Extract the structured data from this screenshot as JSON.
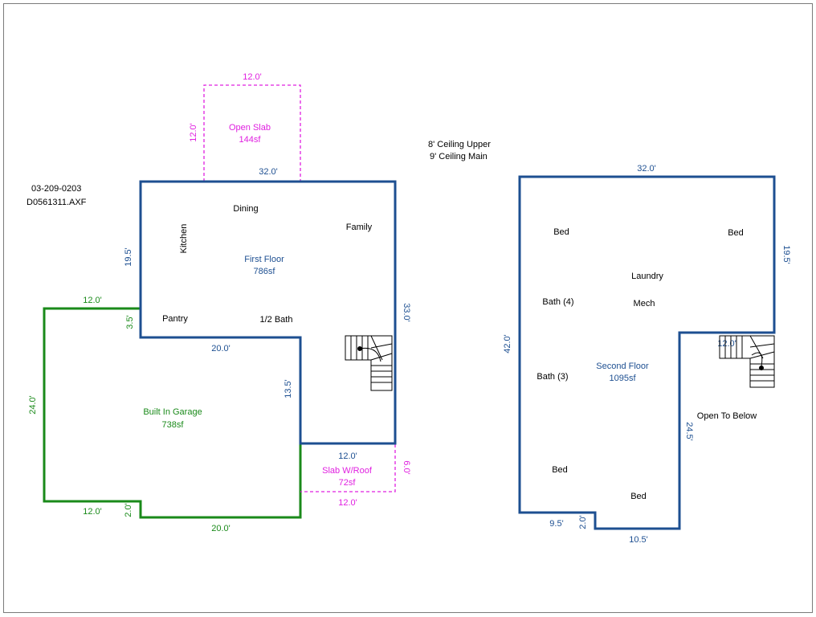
{
  "colors": {
    "blue": "#1d4f91",
    "green": "#1a8a1a",
    "magenta": "#e020e0",
    "black": "#000000"
  },
  "header": {
    "id": "03-209-0203",
    "file": "D0561311.AXF"
  },
  "notes": {
    "ceiling_upper": "8' Ceiling Upper",
    "ceiling_main": "9' Ceiling Main"
  },
  "open_slab": {
    "label": "Open Slab",
    "area": "144sf",
    "dim_top": "12.0'",
    "dim_left": "12.0'"
  },
  "first_floor": {
    "label": "First Floor",
    "area": "786sf",
    "dim_top": "32.0'",
    "dim_left": "19.5'",
    "dim_right": "33.0'",
    "dim_notch_bottom": "20.0'",
    "dim_notch_side": "13.5'",
    "rooms": {
      "dining": "Dining",
      "kitchen": "Kitchen",
      "family": "Family",
      "pantry": "Pantry",
      "half_bath": "1/2 Bath"
    }
  },
  "garage": {
    "label": "Built In Garage",
    "area": "738sf",
    "dim_top": "12.0'",
    "dim_top_right": "3.5'",
    "dim_left": "24.0'",
    "dim_bottom_left": "12.0'",
    "dim_jog": "2.0'",
    "dim_bottom": "20.0'"
  },
  "slab_roof": {
    "label": "Slab W/Roof",
    "area": "72sf",
    "dim_top": "12.0'",
    "dim_right": "6.0'",
    "dim_bottom": "12.0'"
  },
  "second_floor": {
    "label": "Second Floor",
    "area": "1095sf",
    "dim_top": "32.0'",
    "dim_right": "19.5'",
    "dim_left": "42.0'",
    "dim_notch_top": "12.0'",
    "dim_notch_side": "24.5'",
    "dim_bottom_left": "9.5'",
    "dim_jog": "2.0'",
    "dim_bottom": "10.5'",
    "open_to_below": "Open To Below",
    "rooms": {
      "bed_tl": "Bed",
      "bed_tr": "Bed",
      "laundry": "Laundry",
      "mech": "Mech",
      "bath4": "Bath (4)",
      "bath3": "Bath (3)",
      "bed_bl": "Bed",
      "bed_br": "Bed"
    }
  }
}
